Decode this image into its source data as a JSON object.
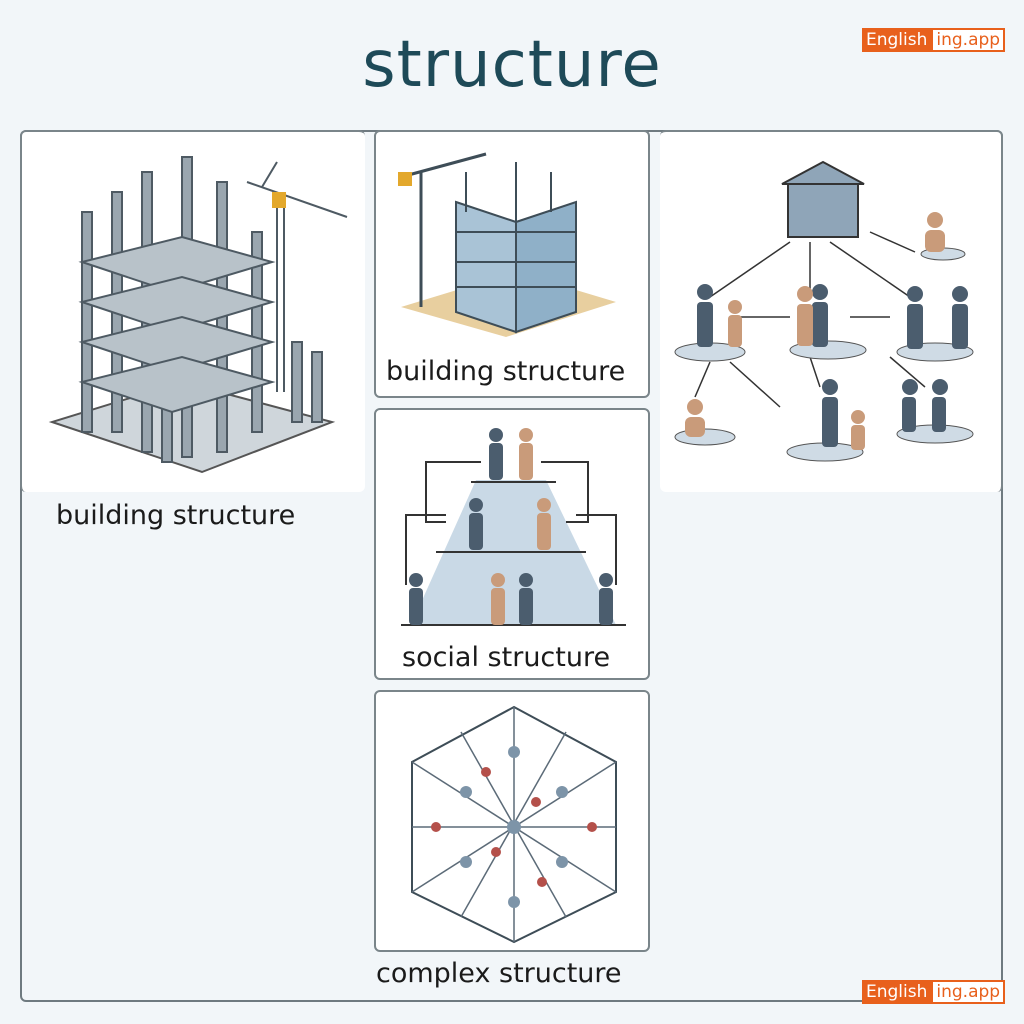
{
  "title": "structure",
  "logo": {
    "part1": "English",
    "part2": "ing.app"
  },
  "cards": [
    {
      "label": "building structure"
    },
    {
      "label": "building structure"
    },
    {
      "label": "social structure"
    },
    {
      "label": "complex structure"
    },
    {
      "label": ""
    }
  ],
  "colors": {
    "title": "#1e4a58",
    "logo": "#e8601c",
    "border": "#6f7a80"
  }
}
